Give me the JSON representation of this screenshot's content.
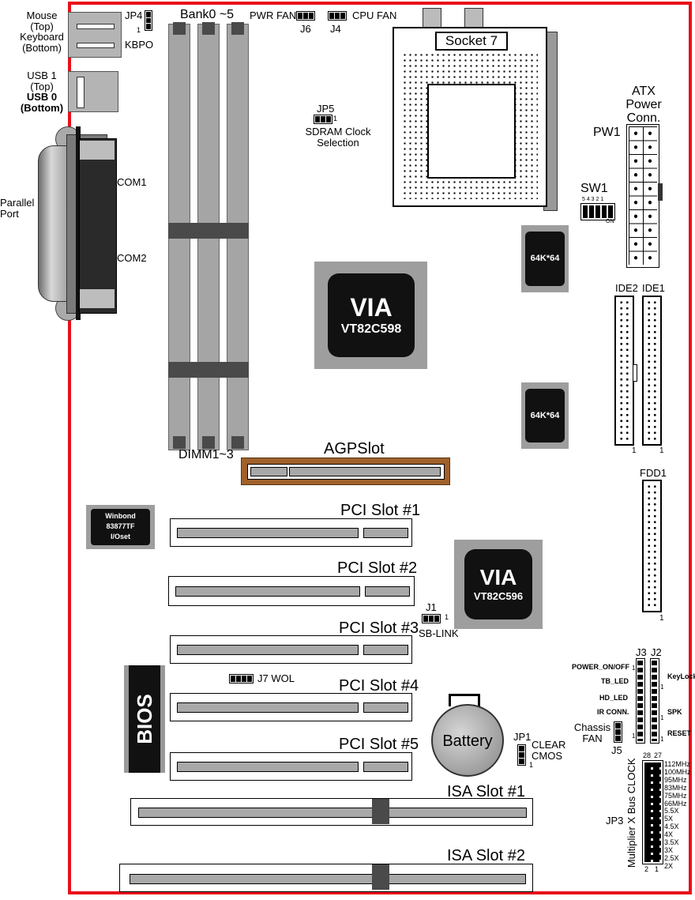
{
  "title": "",
  "colors": {
    "board_border": "#e8101a",
    "component_gray": "#b4b4b4",
    "chip_black": "#111111",
    "agp_brown": "#a0612b"
  },
  "left_panel": {
    "mouse_keyboard": [
      "Mouse",
      "(Top)",
      "Keyboard",
      "(Bottom)"
    ],
    "usb": [
      "USB 1",
      "(Top)",
      "USB 0",
      "(Bottom)"
    ],
    "parallel": [
      "Parallel",
      "Port"
    ],
    "com1": "COM1",
    "com2": "COM2"
  },
  "jumpers": {
    "jp4": "JP4",
    "jp4_pin": "1",
    "kbpo": "KBPO",
    "bank": "Bank0 ~5",
    "pwr_fan": "PWR FAN",
    "cpu_fan": "CPU FAN",
    "j6": "J6",
    "j4": "J4",
    "jp5": "JP5",
    "jp5_pin": "1",
    "sdram": [
      "SDRAM Clock",
      "Selection"
    ],
    "sw1": "SW1",
    "sw1_pins": "5 4 3 2 1",
    "sw1_on": "ON",
    "j1": "J1",
    "j1_pin": "1",
    "sb_link": "SB-LINK",
    "j7_wol": "J7  WOL",
    "jp1": "JP1",
    "jp1_pin": "1",
    "clear_cmos": [
      "CLEAR",
      "CMOS"
    ],
    "chassis_fan": [
      "Chassis",
      "FAN"
    ],
    "j5": "J5",
    "j3": "J3",
    "j2": "J2",
    "jp3": "JP3"
  },
  "cpu": {
    "socket": "Socket 7"
  },
  "power": {
    "atx": [
      "ATX",
      "Power",
      "Conn."
    ],
    "pw1": "PW1"
  },
  "chips": {
    "via598_brand": "VIA",
    "via598_model": "VT82C598",
    "via596_brand": "VIA",
    "via596_model": "VT82C596",
    "cache1": "64K*64",
    "cache2": "64K*64",
    "winbond": [
      "Winbond",
      "83877TF",
      "I/Oset"
    ],
    "bios": "BIOS",
    "battery": "Battery"
  },
  "memory": {
    "dimm": "DIMM1~3"
  },
  "slots": {
    "agp": "AGPSlot",
    "pci": [
      "PCI Slot #1",
      "PCI Slot #2",
      "PCI Slot #3",
      "PCI Slot #4",
      "PCI Slot #5"
    ],
    "isa": [
      "ISA Slot #1",
      "ISA Slot #2"
    ]
  },
  "ide": {
    "ide2": "IDE2",
    "ide1": "IDE1",
    "fdd1": "FDD1",
    "pin1": "1"
  },
  "front_panel": {
    "left": [
      "POWER_ON/OFF",
      "TB_LED",
      "HD_LED",
      "IR CONN."
    ],
    "right": [
      "KeyLock",
      "SPK",
      "RESET"
    ],
    "pin_marks": [
      "1",
      "1",
      "1",
      "1",
      "1"
    ]
  },
  "clock_table": {
    "axis_label": "Multiplier X Bus CLOCK",
    "pin_top": [
      "28",
      "27"
    ],
    "pin_bottom": [
      "2",
      "1"
    ],
    "freqs": [
      "112MHz",
      "100MHz",
      "95MHz",
      "83MHz",
      "75MHz",
      "66MHz"
    ],
    "mults": [
      "5.5X",
      "5X",
      "4.5X",
      "4X",
      "3.5X",
      "3X",
      "2.5X",
      "2X"
    ]
  }
}
